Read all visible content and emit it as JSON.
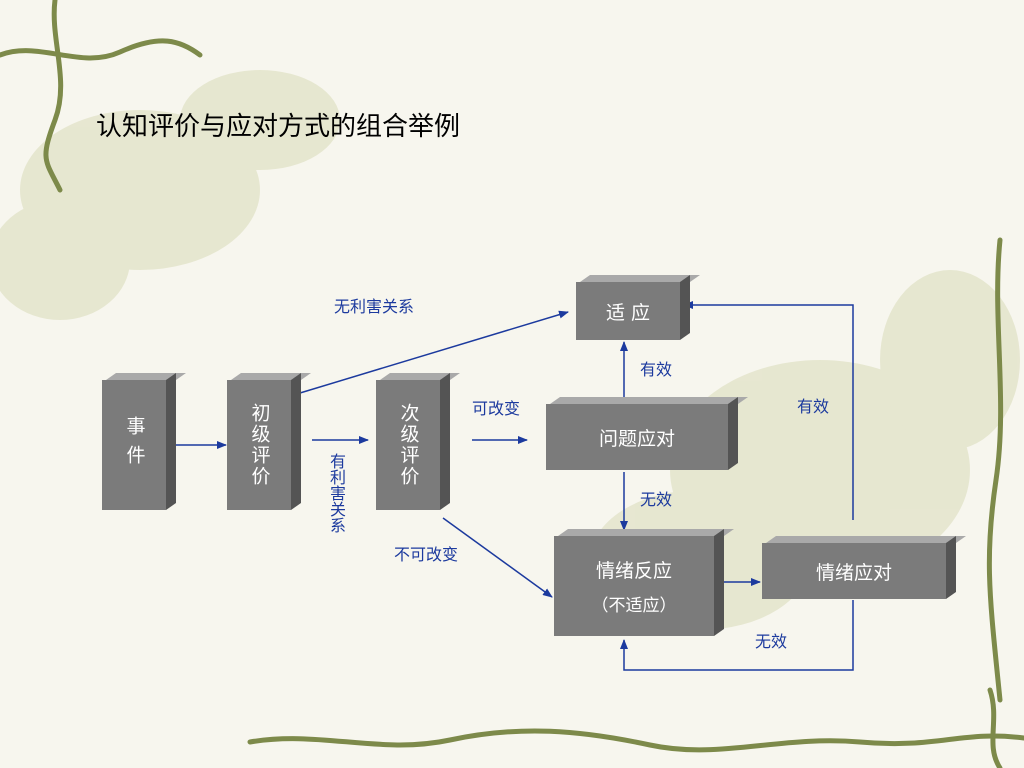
{
  "title": "认知评价与应对方式的组合举例",
  "colors": {
    "box": "#7b7b7b",
    "arrow": "#1c3a9e",
    "label": "#1c3a9e",
    "vine": "#7d8a4a"
  },
  "nodes": {
    "event": "事件",
    "primary": "初级评价",
    "secondary": "次级评价",
    "adapt": "适 应",
    "problem": "问题应对",
    "emotion_react": "情绪反应",
    "emotion_react_sub": "（不适应）",
    "emotion_cope": "情绪应对"
  },
  "edge_labels": {
    "no_harm": "无利害关系",
    "harmful": "有利害关系",
    "changeable": "可改变",
    "unchangeable": "不可改变",
    "effective_problem": "有效",
    "ineffective_problem": "无效",
    "effective_emotion": "有效",
    "ineffective_emotion": "无效"
  }
}
